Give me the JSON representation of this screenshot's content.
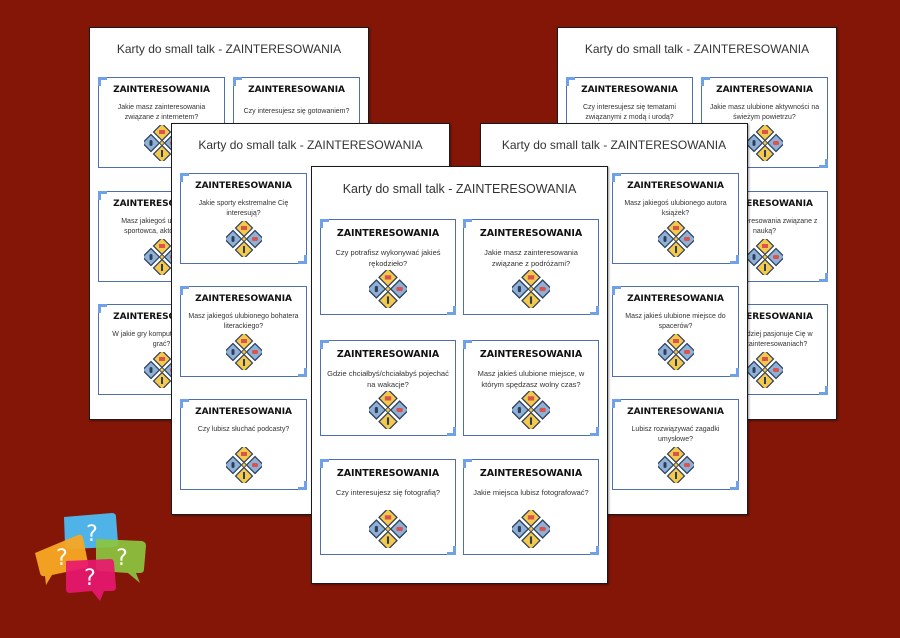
{
  "background_color": "#841608",
  "pages": {
    "back_left": {
      "title": "Karty do small talk - ZAINTERESOWANIA",
      "cards": [
        {
          "heading": "ZAINTERESOWANIA",
          "question": "Jakie masz zainteresowania związane z internetem?"
        },
        {
          "heading": "ZAINTERESOWANIA",
          "question": "Czy interesujesz się gotowaniem?"
        },
        {
          "heading": "ZAINTERESOWANIA",
          "question": "Masz jakiegoś ulubionego sportowca, aktora czy…"
        },
        {
          "heading": "ZAINTERESOWANIA",
          "question": "W jakie gry komputerowe lubisz grać?"
        }
      ]
    },
    "back_right": {
      "title": "Karty do small talk - ZAINTERESOWANIA",
      "cards": [
        {
          "heading": "ZAINTERESOWANIA",
          "question": "Czy interesujesz się tematami związanymi z modą i urodą?"
        },
        {
          "heading": "ZAINTERESOWANIA",
          "question": "Jakie masz ulubione aktywności na świeżym powietrzu?"
        },
        {
          "heading": "ZAINTERESOWANIA",
          "question": "Masz zainteresowania związane z nauką?"
        },
        {
          "heading": "ZAINTERESOWANIA",
          "question": "Co najbardziej pasjonuje Cię w Twoich zainteresowaniach?"
        }
      ]
    },
    "mid_left": {
      "title": "Karty do small talk - ZAINTERESOWANIA",
      "cards": [
        {
          "heading": "ZAINTERESOWANIA",
          "question": "Jakie sporty ekstremalne Cię interesują?"
        },
        {
          "heading": "ZAINTERESOWANIA",
          "question": "Masz jakiegoś ulubionego bohatera literackiego?"
        },
        {
          "heading": "ZAINTERESOWANIA",
          "question": "Czy lubisz słuchać podcasty?"
        }
      ]
    },
    "mid_right": {
      "title": "Karty do small talk - ZAINTERESOWANIA",
      "cards": [
        {
          "heading": "ZAINTERESOWANIA",
          "question": "Masz jakiegoś ulubionego autora książek?"
        },
        {
          "heading": "ZAINTERESOWANIA",
          "question": "Masz jakieś ulubione miejsce do spacerów?"
        },
        {
          "heading": "ZAINTERESOWANIA",
          "question": "Lubisz rozwiązywać zagadki umysłowe?"
        }
      ]
    },
    "front": {
      "title": "Karty do small talk - ZAINTERESOWANIA",
      "cards": [
        {
          "heading": "ZAINTERESOWANIA",
          "question": "Czy potrafisz wykonywać jakieś rękodzieło?"
        },
        {
          "heading": "ZAINTERESOWANIA",
          "question": "Jakie masz zainteresowania związane z podróżami?"
        },
        {
          "heading": "ZAINTERESOWANIA",
          "question": "Gdzie chciałbyś/chciałabyś pojechać na wakacje?"
        },
        {
          "heading": "ZAINTERESOWANIA",
          "question": "Masz jakieś ulubione miejsce, w którym spędzasz wolny czas?"
        },
        {
          "heading": "ZAINTERESOWANIA",
          "question": "Czy interesujesz się fotografią?"
        },
        {
          "heading": "ZAINTERESOWANIA",
          "question": "Jakie miejsca lubisz fotografować?"
        }
      ]
    }
  },
  "icons": {
    "card_icon": "interests-diamond-icon",
    "logo": "speech-bubbles-question-icon"
  },
  "colors": {
    "card_border": "#4f6fae",
    "card_corner": "#6fa0e8",
    "bubble_blue": "#4fb3e8",
    "bubble_orange": "#f7a823",
    "bubble_green": "#8cc63f",
    "bubble_pink": "#e8186f"
  }
}
